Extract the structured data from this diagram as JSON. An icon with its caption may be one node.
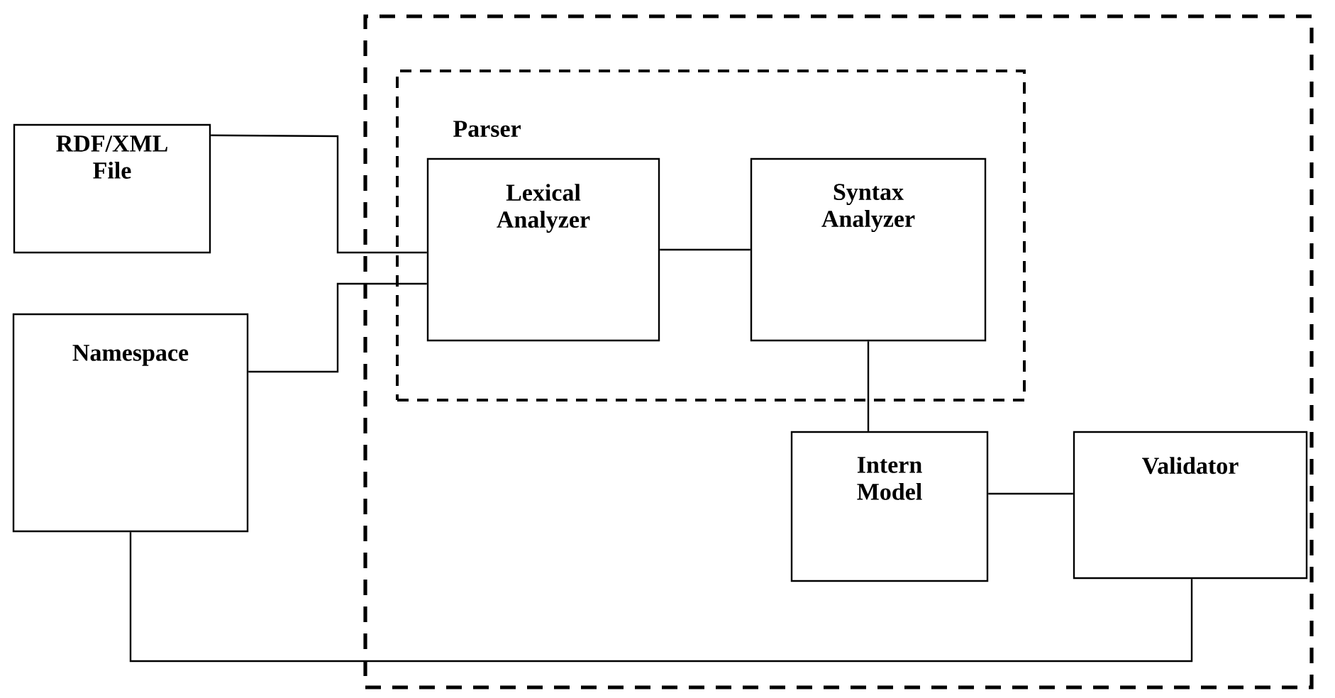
{
  "diagram": {
    "nodes": [
      {
        "text": [
          "RDF/XML File"
        ]
      },
      {
        "text": [
          "Namespace"
        ]
      },
      {
        "text": [],
        "shape": "box"
      },
      {
        "text": [
          "Parser"
        ],
        "in": 2
      },
      {
        "text": [
          "Lexical Analyzer"
        ],
        "in": 3
      },
      {
        "text": [
          "Syntax Analyzer"
        ],
        "in": 3
      },
      {
        "text": [
          "Intern Model"
        ],
        "in": 2
      },
      {
        "text": [
          "Validator"
        ],
        "in": 2
      }
    ],
    "edges": [
      {
        "from": 0,
        "to": 4,
        "arrow": "none"
      },
      {
        "from": 1,
        "to": 4,
        "arrow": "none"
      },
      {
        "from": 4,
        "to": 5,
        "arrow": "none"
      },
      {
        "from": 5,
        "to": 6,
        "arrow": "none"
      },
      {
        "from": 6,
        "to": 7,
        "arrow": "none"
      },
      {
        "from": 1,
        "to": 7,
        "arrow": "none"
      }
    ]
  }
}
